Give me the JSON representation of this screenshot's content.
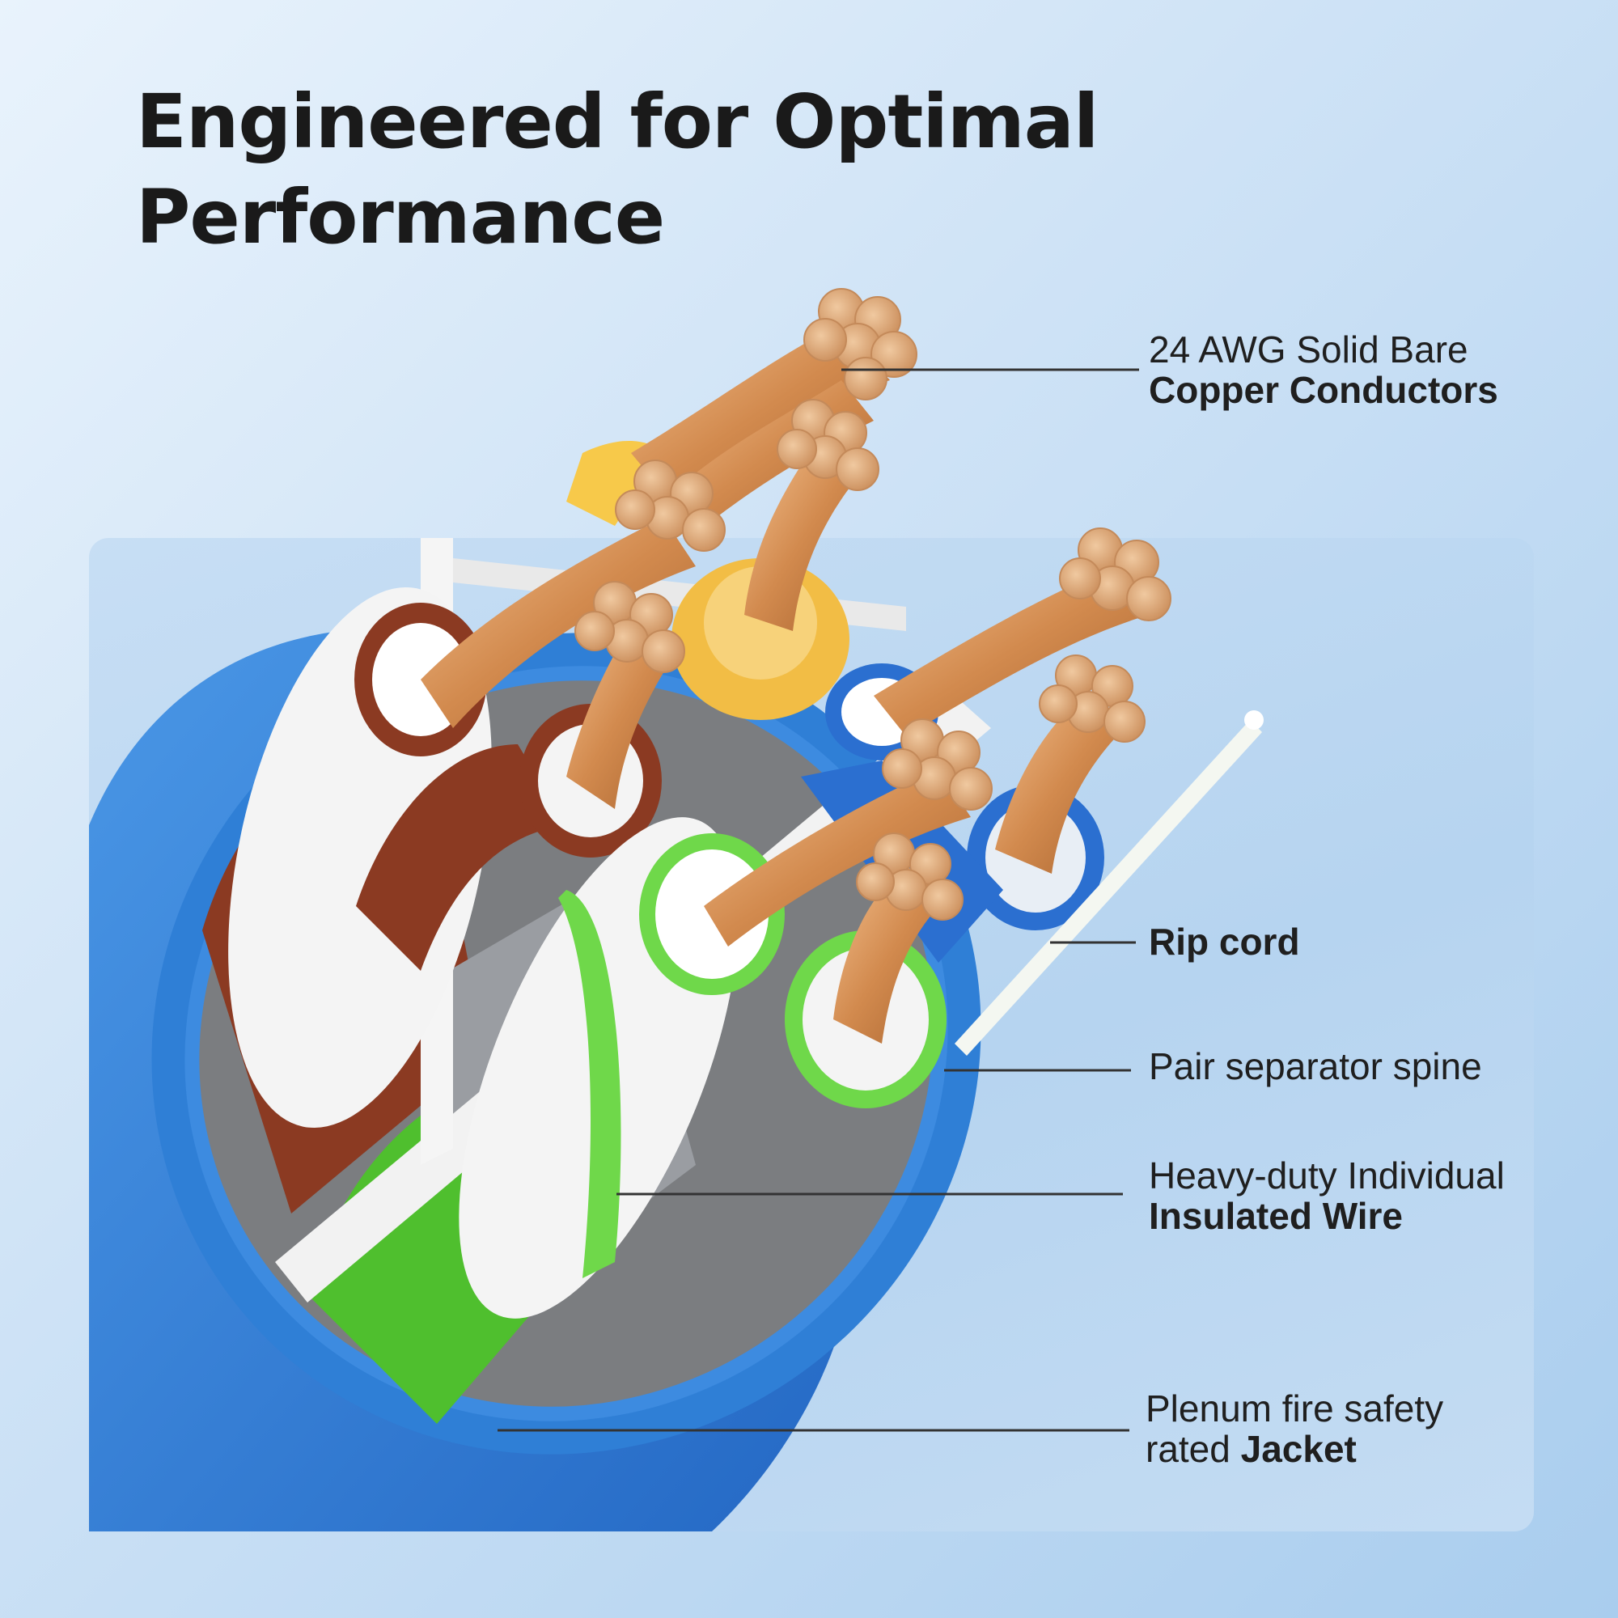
{
  "title": {
    "line1": "Engineered for Optimal",
    "line2": "Performance"
  },
  "callouts": {
    "conductors": {
      "line1": "24 AWG Solid Bare",
      "line2": "Copper Conductors"
    },
    "rip_cord": {
      "label": "Rip cord"
    },
    "separator": {
      "label": "Pair separator spine"
    },
    "insulation": {
      "line1": "Heavy-duty Individual",
      "line2": "Insulated Wire"
    },
    "jacket": {
      "line1": "Plenum fire safety",
      "line2_prefix": "rated ",
      "line2_bold": "Jacket"
    }
  },
  "colors": {
    "jacket": "#2f7fd6",
    "copper": "#d8955a",
    "brown_pair": "#8b3a22",
    "green_pair": "#5fcc3a",
    "blue_pair": "#2b6fd0",
    "orange_pair": "#f2bd45",
    "separator": "#f3f3f3",
    "leader_line": "#333333"
  },
  "icons": [
    "cable-cross-section-illustration",
    "copper-conductor-bundle"
  ]
}
